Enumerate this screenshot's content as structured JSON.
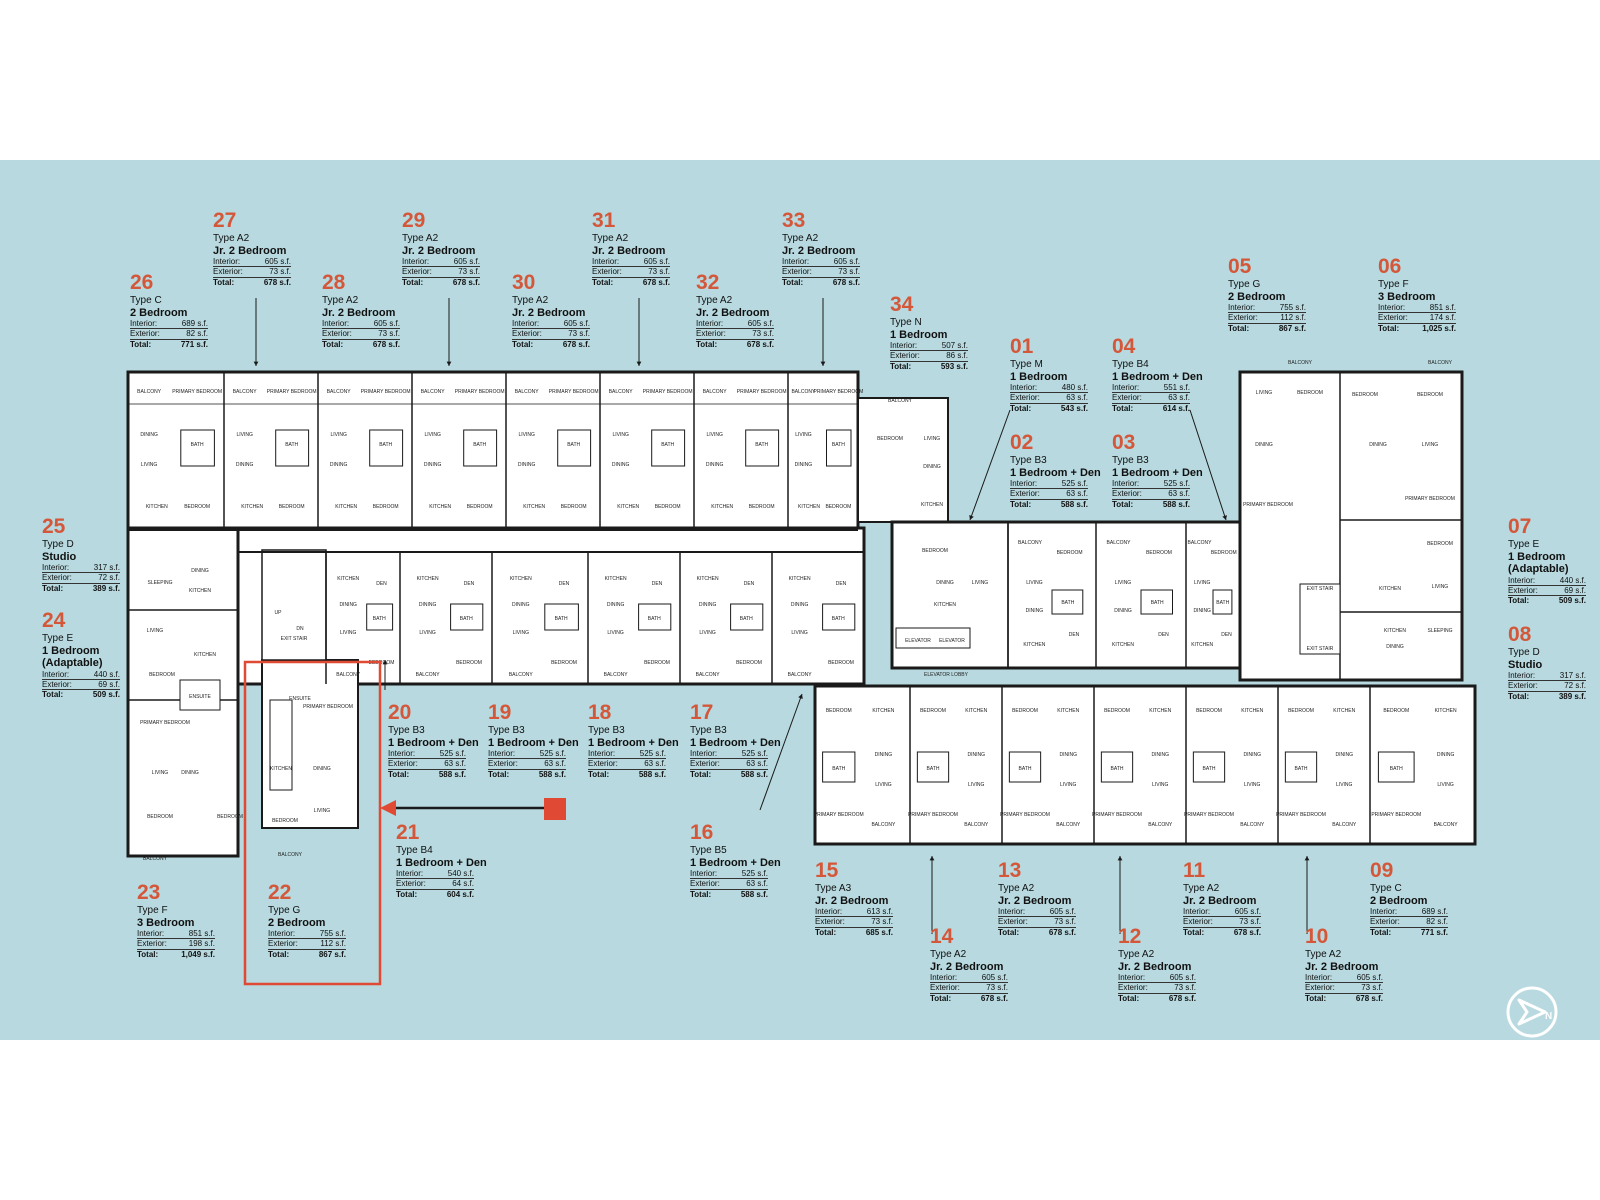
{
  "colors": {
    "background": "#b7d9df",
    "accent": "#d4573a",
    "wall": "#1a1a1a",
    "floor": "#ffffff",
    "highlight": "#e04a34"
  },
  "labels": {
    "interior": "Interior:",
    "exterior": "Exterior:",
    "total": "Total:"
  },
  "units": [
    {
      "num": "27",
      "type": "Type A2",
      "title": "Jr. 2 Bedroom",
      "interior": "605 s.f.",
      "exterior": "73 s.f.",
      "total": "678 s.f."
    },
    {
      "num": "29",
      "type": "Type A2",
      "title": "Jr. 2 Bedroom",
      "interior": "605 s.f.",
      "exterior": "73 s.f.",
      "total": "678 s.f."
    },
    {
      "num": "31",
      "type": "Type A2",
      "title": "Jr. 2 Bedroom",
      "interior": "605 s.f.",
      "exterior": "73 s.f.",
      "total": "678 s.f."
    },
    {
      "num": "33",
      "type": "Type A2",
      "title": "Jr. 2 Bedroom",
      "interior": "605 s.f.",
      "exterior": "73 s.f.",
      "total": "678 s.f."
    },
    {
      "num": "26",
      "type": "Type C",
      "title": "2 Bedroom",
      "interior": "689 s.f.",
      "exterior": "82 s.f.",
      "total": "771 s.f."
    },
    {
      "num": "28",
      "type": "Type A2",
      "title": "Jr. 2 Bedroom",
      "interior": "605 s.f.",
      "exterior": "73 s.f.",
      "total": "678 s.f."
    },
    {
      "num": "30",
      "type": "Type A2",
      "title": "Jr. 2 Bedroom",
      "interior": "605 s.f.",
      "exterior": "73 s.f.",
      "total": "678 s.f."
    },
    {
      "num": "32",
      "type": "Type A2",
      "title": "Jr. 2 Bedroom",
      "interior": "605 s.f.",
      "exterior": "73 s.f.",
      "total": "678 s.f."
    },
    {
      "num": "34",
      "type": "Type N",
      "title": "1 Bedroom",
      "interior": "507 s.f.",
      "exterior": "86 s.f.",
      "total": "593 s.f."
    },
    {
      "num": "05",
      "type": "Type G",
      "title": "2 Bedroom",
      "interior": "755 s.f.",
      "exterior": "112 s.f.",
      "total": "867 s.f."
    },
    {
      "num": "06",
      "type": "Type F",
      "title": "3 Bedroom",
      "interior": "851 s.f.",
      "exterior": "174 s.f.",
      "total": "1,025 s.f."
    },
    {
      "num": "01",
      "type": "Type M",
      "title": "1 Bedroom",
      "interior": "480 s.f.",
      "exterior": "63 s.f.",
      "total": "543 s.f."
    },
    {
      "num": "04",
      "type": "Type B4",
      "title": "1 Bedroom + Den",
      "interior": "551 s.f.",
      "exterior": "63 s.f.",
      "total": "614 s.f."
    },
    {
      "num": "02",
      "type": "Type B3",
      "title": "1 Bedroom + Den",
      "interior": "525 s.f.",
      "exterior": "63 s.f.",
      "total": "588 s.f."
    },
    {
      "num": "03",
      "type": "Type B3",
      "title": "1 Bedroom + Den",
      "interior": "525 s.f.",
      "exterior": "63 s.f.",
      "total": "588 s.f."
    },
    {
      "num": "25",
      "type": "Type D",
      "title": "Studio",
      "interior": "317 s.f.",
      "exterior": "72 s.f.",
      "total": "389 s.f."
    },
    {
      "num": "24",
      "type": "Type E",
      "title": "1 Bedroom (Adaptable)",
      "interior": "440 s.f.",
      "exterior": "69 s.f.",
      "total": "509 s.f."
    },
    {
      "num": "07",
      "type": "Type E",
      "title": "1 Bedroom (Adaptable)",
      "interior": "440 s.f.",
      "exterior": "69 s.f.",
      "total": "509 s.f."
    },
    {
      "num": "08",
      "type": "Type D",
      "title": "Studio",
      "interior": "317 s.f.",
      "exterior": "72 s.f.",
      "total": "389 s.f."
    },
    {
      "num": "20",
      "type": "Type B3",
      "title": "1 Bedroom + Den",
      "interior": "525 s.f.",
      "exterior": "63 s.f.",
      "total": "588 s.f."
    },
    {
      "num": "19",
      "type": "Type B3",
      "title": "1 Bedroom + Den",
      "interior": "525 s.f.",
      "exterior": "63 s.f.",
      "total": "588 s.f."
    },
    {
      "num": "18",
      "type": "Type B3",
      "title": "1 Bedroom + Den",
      "interior": "525 s.f.",
      "exterior": "63 s.f.",
      "total": "588 s.f."
    },
    {
      "num": "17",
      "type": "Type B3",
      "title": "1 Bedroom + Den",
      "interior": "525 s.f.",
      "exterior": "63 s.f.",
      "total": "588 s.f."
    },
    {
      "num": "21",
      "type": "Type B4",
      "title": "1 Bedroom + Den",
      "interior": "540 s.f.",
      "exterior": "64 s.f.",
      "total": "604 s.f."
    },
    {
      "num": "16",
      "type": "Type B5",
      "title": "1 Bedroom + Den",
      "interior": "525 s.f.",
      "exterior": "63 s.f.",
      "total": "588 s.f."
    },
    {
      "num": "23",
      "type": "Type F",
      "title": "3 Bedroom",
      "interior": "851 s.f.",
      "exterior": "198 s.f.",
      "total": "1,049 s.f."
    },
    {
      "num": "22",
      "type": "Type G",
      "title": "2 Bedroom",
      "interior": "755 s.f.",
      "exterior": "112 s.f.",
      "total": "867 s.f."
    },
    {
      "num": "15",
      "type": "Type A3",
      "title": "Jr. 2 Bedroom",
      "interior": "613 s.f.",
      "exterior": "73 s.f.",
      "total": "685 s.f."
    },
    {
      "num": "13",
      "type": "Type A2",
      "title": "Jr. 2 Bedroom",
      "interior": "605 s.f.",
      "exterior": "73 s.f.",
      "total": "678 s.f."
    },
    {
      "num": "11",
      "type": "Type A2",
      "title": "Jr. 2 Bedroom",
      "interior": "605 s.f.",
      "exterior": "73 s.f.",
      "total": "678 s.f."
    },
    {
      "num": "09",
      "type": "Type C",
      "title": "2 Bedroom",
      "interior": "689 s.f.",
      "exterior": "82 s.f.",
      "total": "771 s.f."
    },
    {
      "num": "14",
      "type": "Type A2",
      "title": "Jr. 2 Bedroom",
      "interior": "605 s.f.",
      "exterior": "73 s.f.",
      "total": "678 s.f."
    },
    {
      "num": "12",
      "type": "Type A2",
      "title": "Jr. 2 Bedroom",
      "interior": "605 s.f.",
      "exterior": "73 s.f.",
      "total": "678 s.f."
    },
    {
      "num": "10",
      "type": "Type A2",
      "title": "Jr. 2 Bedroom",
      "interior": "605 s.f.",
      "exterior": "73 s.f.",
      "total": "678 s.f."
    }
  ],
  "rooms": {
    "balcony": "BALCONY",
    "primary": "PRIMARY BEDROOM",
    "living": "LIVING",
    "dining": "DINING",
    "kitchen": "KITCHEN",
    "bedroom": "BEDROOM",
    "bath": "BATH",
    "den": "DEN",
    "ensuite": "ENSUITE",
    "sleeping": "SLEEPING",
    "exit_stair": "EXIT STAIR",
    "elevator": "ELEVATOR",
    "elevator_lobby": "ELEVATOR LOBBY",
    "up": "UP",
    "dn": "DN"
  },
  "compass": {
    "letter": "N"
  }
}
